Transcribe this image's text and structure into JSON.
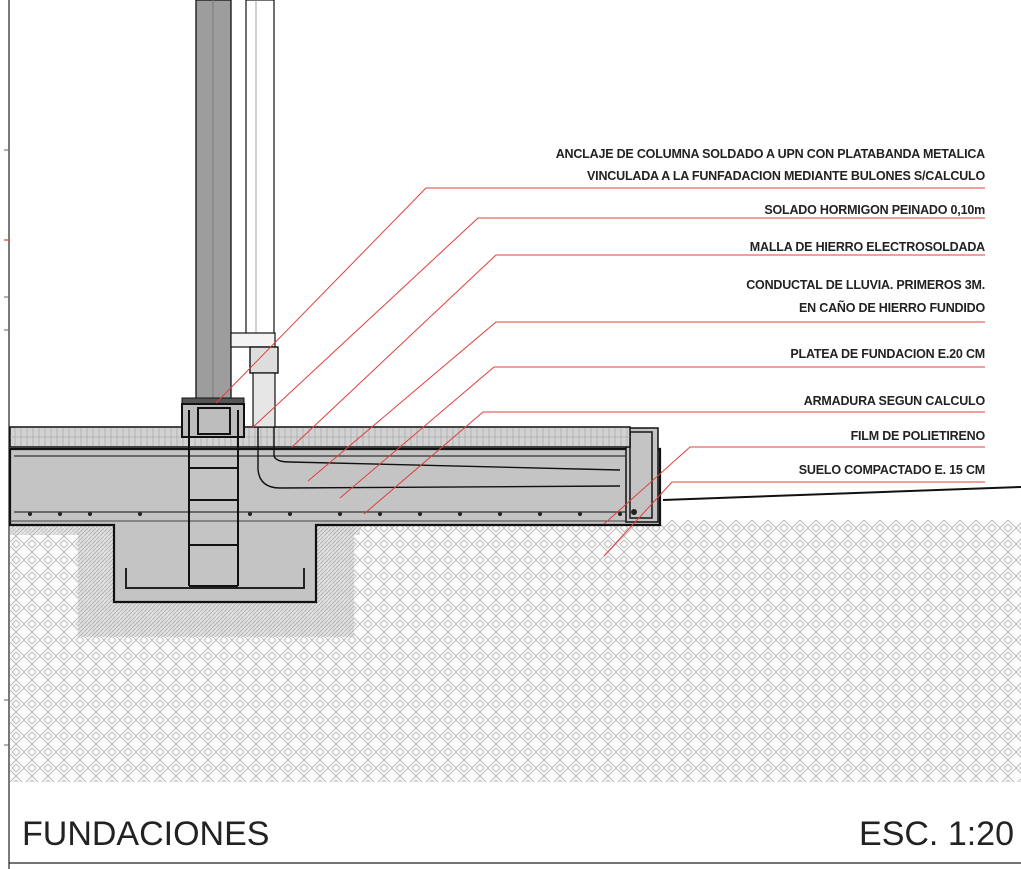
{
  "drawing": {
    "title": "FUNDACIONES",
    "scale": "ESC. 1:20"
  },
  "annotations": [
    {
      "id": "anclaje",
      "lines": [
        "ANCLAJE DE COLUMNA SOLDADO A UPN CON  PLATABANDA METALICA",
        "VINCULADA A LA FUNFADACION MEDIANTE BULONES S/CALCULO"
      ]
    },
    {
      "id": "solado",
      "lines": [
        "SOLADO HORMIGON PEINADO 0,10m"
      ]
    },
    {
      "id": "malla",
      "lines": [
        "MALLA DE HIERRO ELECTROSOLDADA"
      ]
    },
    {
      "id": "conductal",
      "lines": [
        "CONDUCTAL DE LLUVIA. PRIMEROS 3M.",
        "EN CAÑO DE HIERRO FUNDIDO"
      ]
    },
    {
      "id": "platea",
      "lines": [
        "PLATEA DE FUNDACION E.20 CM"
      ]
    },
    {
      "id": "armadura",
      "lines": [
        "ARMADURA SEGUN CALCULO"
      ]
    },
    {
      "id": "film",
      "lines": [
        "FILM DE POLIETIRENO"
      ]
    },
    {
      "id": "suelo",
      "lines": [
        "SUELO COMPACTADO E. 15 CM"
      ]
    }
  ],
  "colors": {
    "leader": "#e0403a",
    "concrete": "#c8c8c8",
    "concrete_dark": "#a9a9a9",
    "outline": "#1a1a1a",
    "soil_hatch": "#b8b8b8"
  }
}
